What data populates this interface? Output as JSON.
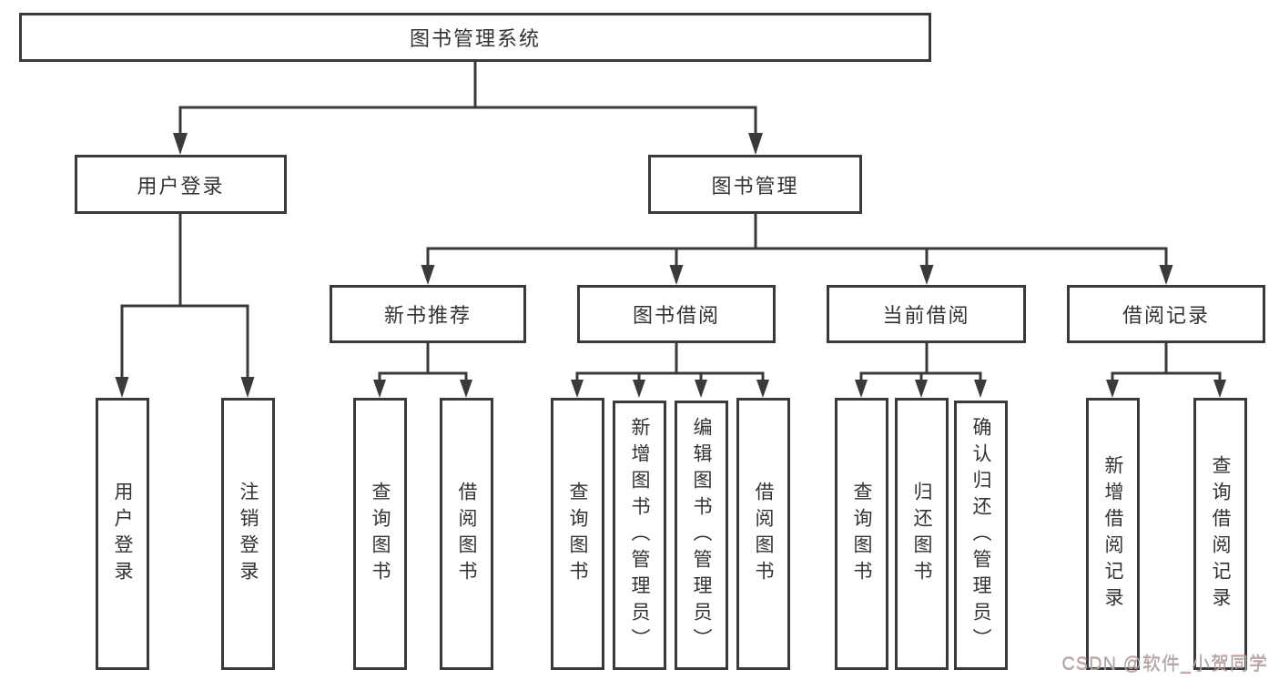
{
  "diagram": {
    "root": {
      "label": "图书管理系统"
    },
    "level2": [
      {
        "label": "用户登录"
      },
      {
        "label": "图书管理"
      }
    ],
    "level3": [
      {
        "label": "新书推荐"
      },
      {
        "label": "图书借阅"
      },
      {
        "label": "当前借阅"
      },
      {
        "label": "借阅记录"
      }
    ],
    "leaves": {
      "user_login": [
        "用户登录",
        "注销登录"
      ],
      "new_book_recommend": [
        "查询图书",
        "借阅图书"
      ],
      "book_borrow": [
        "查询图书",
        "新增图书（管理员）",
        "编辑图书（管理员）",
        "借阅图书"
      ],
      "current_borrow": [
        "查询图书",
        "归还图书",
        "确认归还（管理员）"
      ],
      "borrow_records": [
        "新增借阅记录",
        "查询借阅记录"
      ]
    },
    "colors": {
      "line": "#3a3a3a",
      "text": "#333333",
      "background": "#ffffff",
      "watermark": "#a8a8a8"
    }
  },
  "watermark": {
    "text": "CSDN @软件_小贺同学"
  }
}
